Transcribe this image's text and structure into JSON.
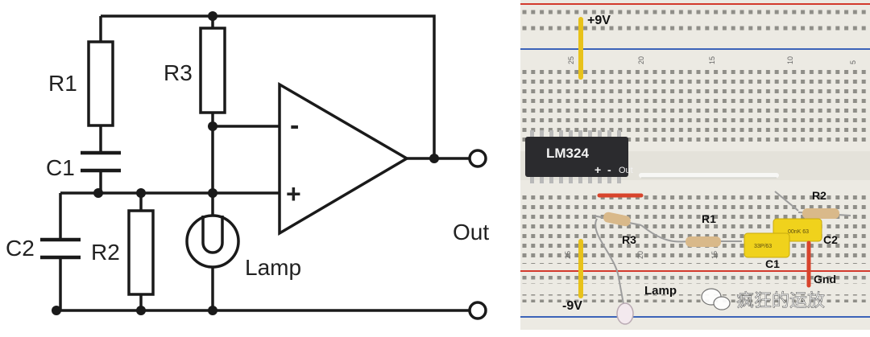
{
  "schematic": {
    "labels": {
      "r1": "R1",
      "r2": "R2",
      "r3": "R3",
      "c1": "C1",
      "c2": "C2",
      "lamp": "Lamp",
      "out": "Out",
      "minus": "-",
      "plus": "+"
    }
  },
  "breadboard": {
    "ic_label": "LM324",
    "pin_labels": {
      "plus": "+",
      "minus": "-",
      "out": "Out"
    },
    "supply_pos": "+9V",
    "supply_neg": "-9V",
    "gnd": "Gnd",
    "r1": "R1",
    "r2": "R2",
    "r3": "R3",
    "c1": "C1",
    "c2": "C2",
    "lamp": "Lamp",
    "cap_marking_c1": "33P/63",
    "cap_marking_c2": "00nK 63",
    "column_numbers_top": [
      "25",
      "20",
      "15",
      "10",
      "5"
    ],
    "column_numbers_bottom": [
      "25",
      "20",
      "15"
    ],
    "watermark": "疯狂的运放"
  },
  "colors": {
    "wire": "#1a1a1a",
    "board_bg": "#eceae3",
    "rail_red": "#d33a2c",
    "rail_blue": "#3c63b8",
    "jumper_yellow": "#e8c21a",
    "jumper_red": "#d8442c",
    "capacitor": "#f0d21c",
    "ic_body": "#2b2b2e",
    "resistor_body": "#d9b98a"
  }
}
